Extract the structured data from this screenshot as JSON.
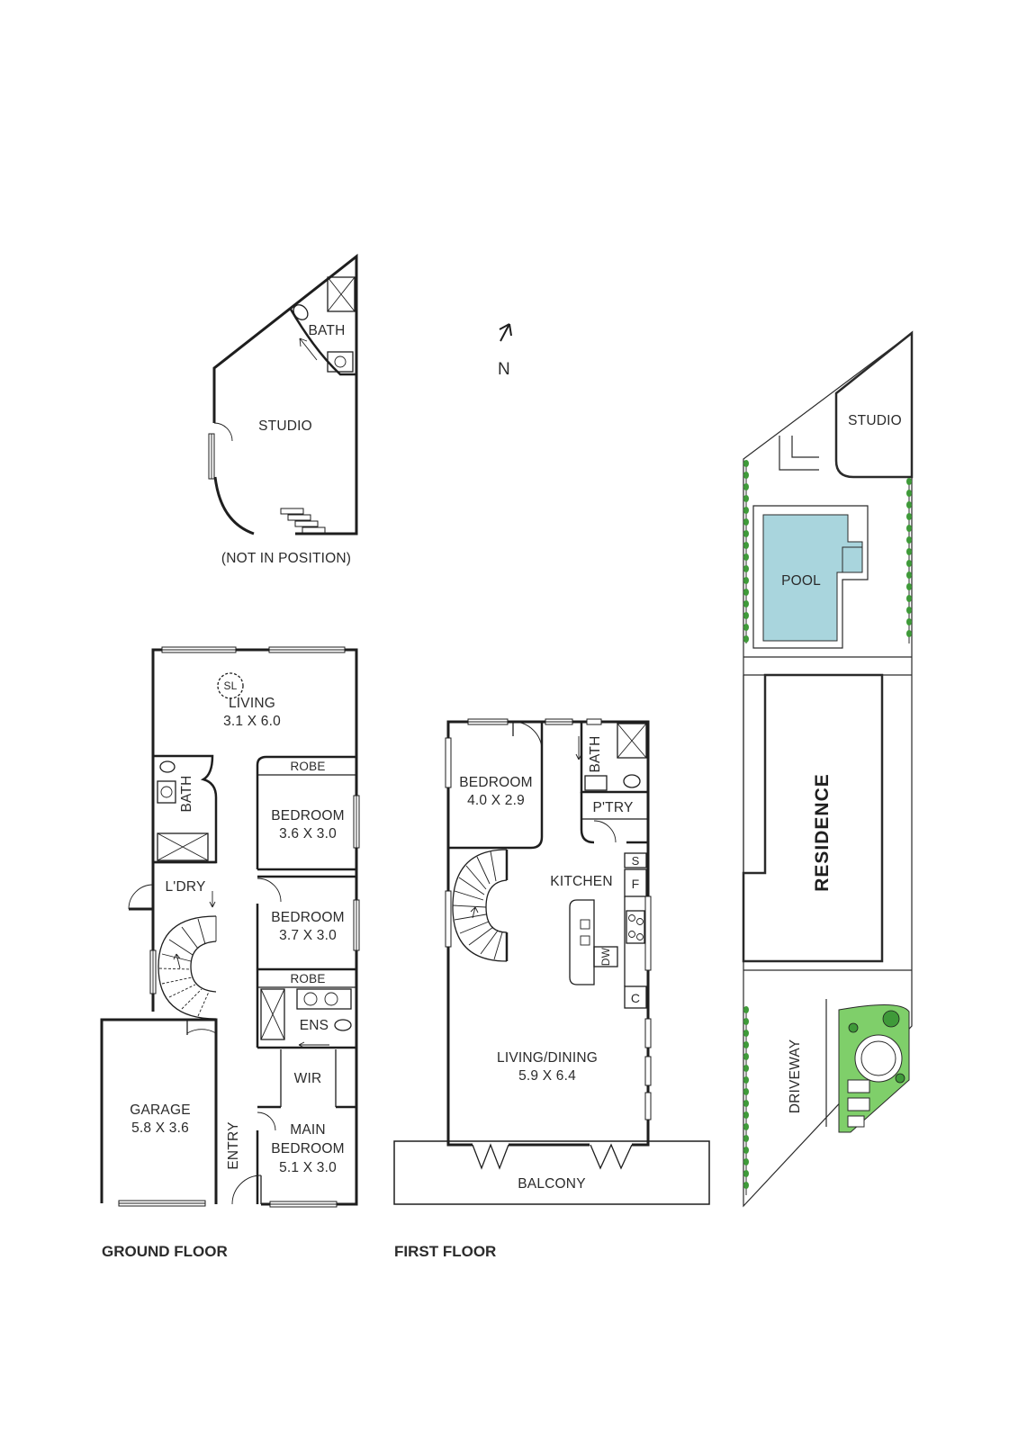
{
  "compass": {
    "north": "N"
  },
  "studio": {
    "rooms": {
      "bath": "BATH",
      "studio": "STUDIO"
    },
    "note": "(NOT IN POSITION)"
  },
  "ground_floor": {
    "title": "GROUND FLOOR",
    "rooms": {
      "living_name": "LIVING",
      "living_dim": "3.1 X 6.0",
      "skylight": "SL",
      "bath": "BATH",
      "robe1": "ROBE",
      "bedroom1_name": "BEDROOM",
      "bedroom1_dim": "3.6 X 3.0",
      "laundry": "L'DRY",
      "bedroom2_name": "BEDROOM",
      "bedroom2_dim": "3.7 X 3.0",
      "robe2": "ROBE",
      "ens": "ENS",
      "wir": "WIR",
      "garage_name": "GARAGE",
      "garage_dim": "5.8 X 3.6",
      "entry": "ENTRY",
      "main_name1": "MAIN",
      "main_name2": "BEDROOM",
      "main_dim": "5.1 X 3.0"
    }
  },
  "first_floor": {
    "title": "FIRST FLOOR",
    "rooms": {
      "bedroom_name": "BEDROOM",
      "bedroom_dim": "4.0 X 2.9",
      "bath": "BATH",
      "pantry": "P'TRY",
      "kitchen": "KITCHEN",
      "s": "S",
      "f": "F",
      "dw": "DW",
      "c": "C",
      "living_name": "LIVING/DINING",
      "living_dim": "5.9 X 6.4",
      "balcony": "BALCONY"
    }
  },
  "site_plan": {
    "studio": "STUDIO",
    "pool": "POOL",
    "residence": "RESIDENCE",
    "driveway": "DRIVEWAY"
  },
  "colors": {
    "pool": "#a9d5dd",
    "garden": "#7fcf6a",
    "hedge": "#3f9a39",
    "wall": "#1e1e1e"
  }
}
